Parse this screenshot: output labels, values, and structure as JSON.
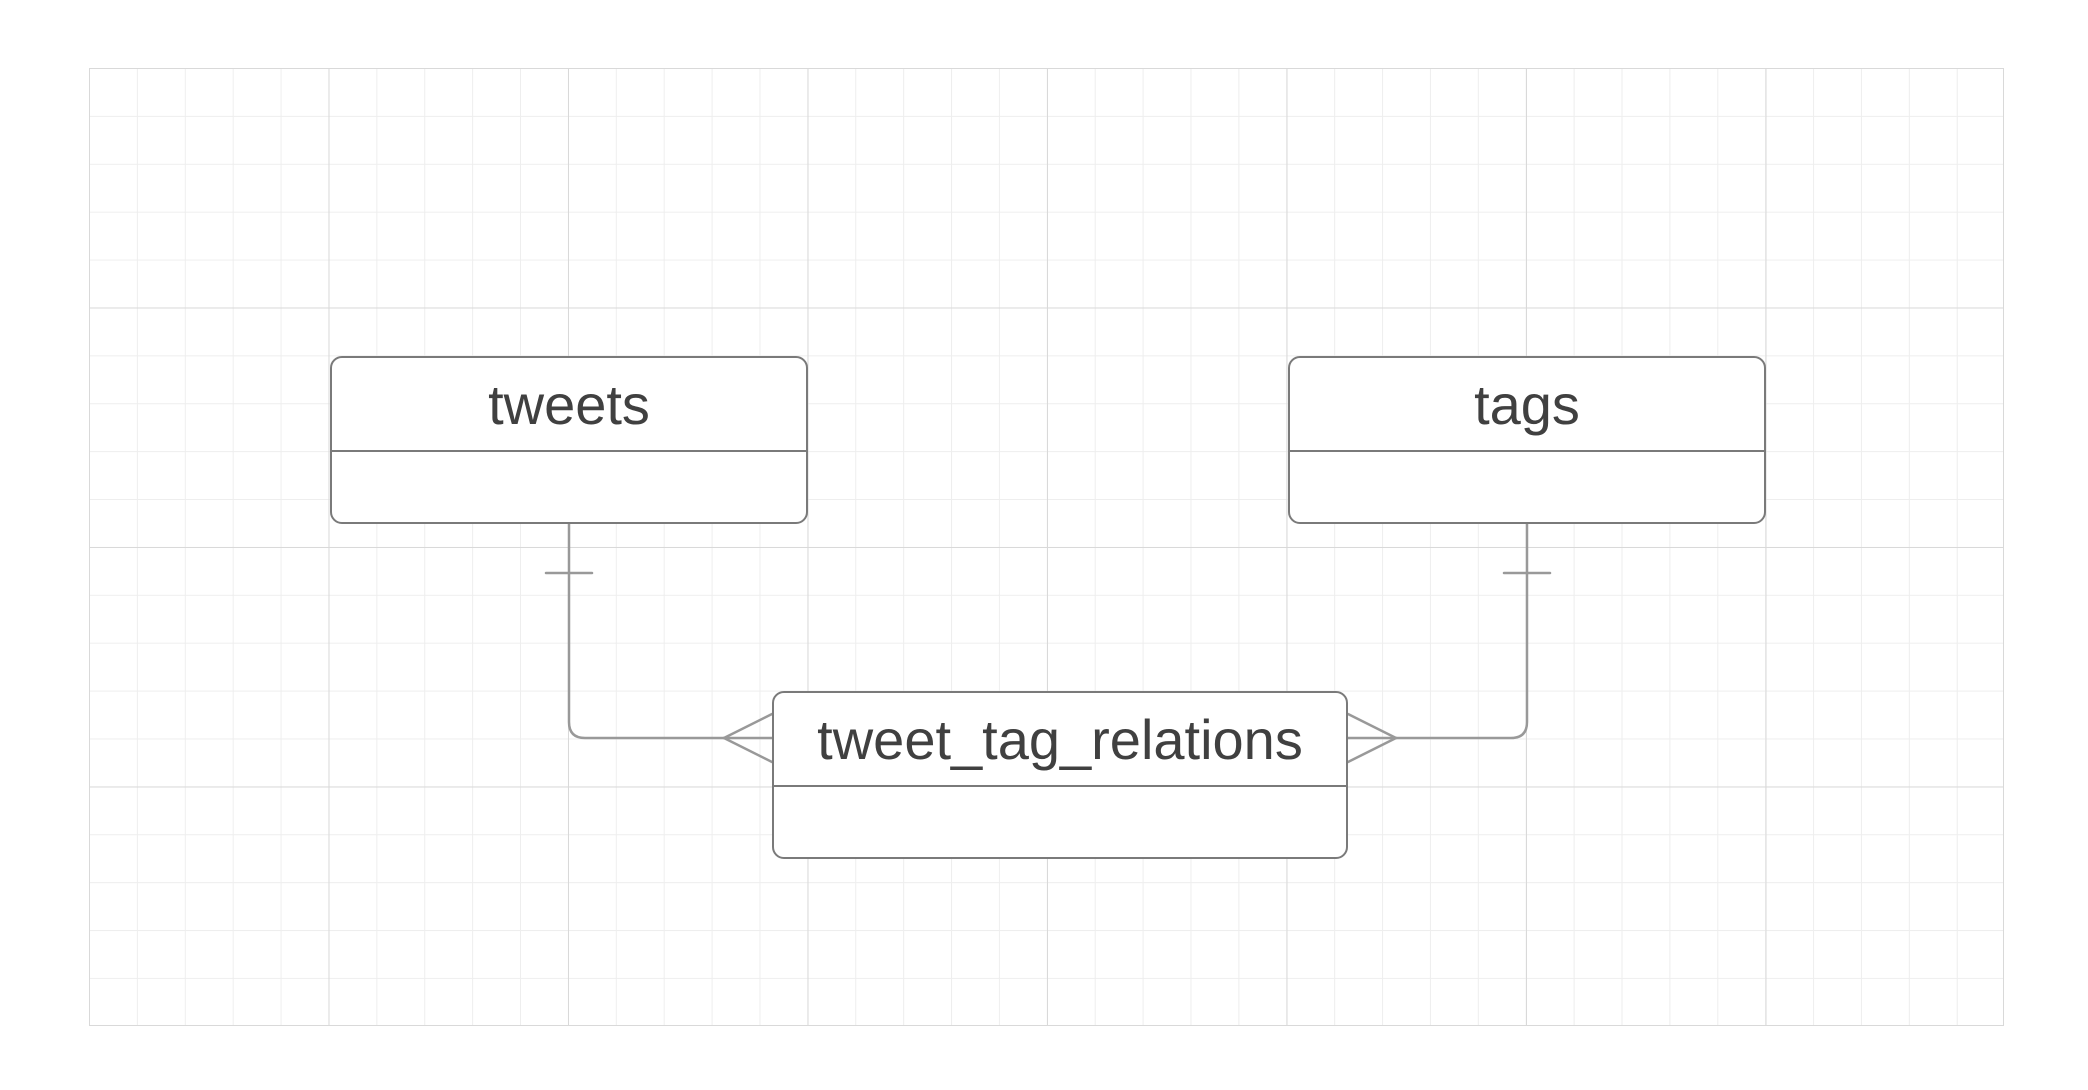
{
  "diagram": {
    "type": "entity-relationship",
    "entities": [
      {
        "id": "tweets",
        "name": "tweets",
        "attributes": []
      },
      {
        "id": "tags",
        "name": "tags",
        "attributes": []
      },
      {
        "id": "relations",
        "name": "tweet_tag_relations",
        "attributes": []
      }
    ],
    "relationships": [
      {
        "from": "tweets",
        "to": "relations",
        "from_cardinality": "one",
        "to_cardinality": "many"
      },
      {
        "from": "tags",
        "to": "relations",
        "from_cardinality": "one",
        "to_cardinality": "many"
      }
    ]
  },
  "colors": {
    "entity_border": "#7a7a7a",
    "connector": "#999999",
    "grid_major": "#d9d9d9",
    "grid_minor": "#eeeeee",
    "text": "#404040",
    "background": "#ffffff"
  }
}
